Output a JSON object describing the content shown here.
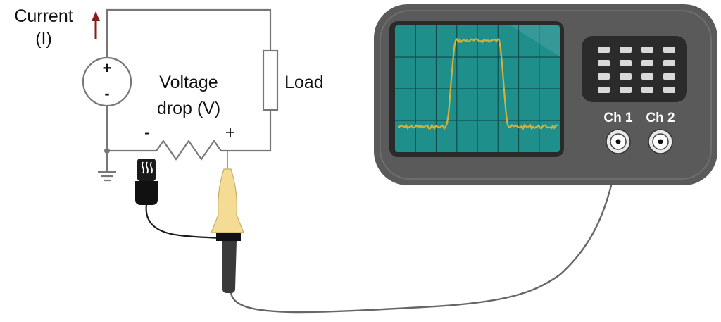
{
  "labels": {
    "current_line1": "Current",
    "current_line2": "(I)",
    "voltage_line1": "Voltage",
    "voltage_line2": "drop (V)",
    "minus": "-",
    "plus": "+",
    "load": "Load",
    "source_plus": "+",
    "source_minus": "-",
    "ch1": "Ch 1",
    "ch2": "Ch 2"
  },
  "colors": {
    "wire": "#777777",
    "current_arrow": "#8b1a1a",
    "scope_body": "#5a5a5a",
    "screen": "#1f8f8c",
    "trace": "#d4b23a",
    "probe_tip": "#f4dc95",
    "probe_body": "#3a3a3a"
  },
  "screen_grid": {
    "columns": 8,
    "rows": 4
  },
  "trace": {
    "baseline_level": 0.2,
    "pulse_level": 0.88,
    "pulse_start_fraction": 0.36,
    "pulse_end_fraction": 0.64
  }
}
